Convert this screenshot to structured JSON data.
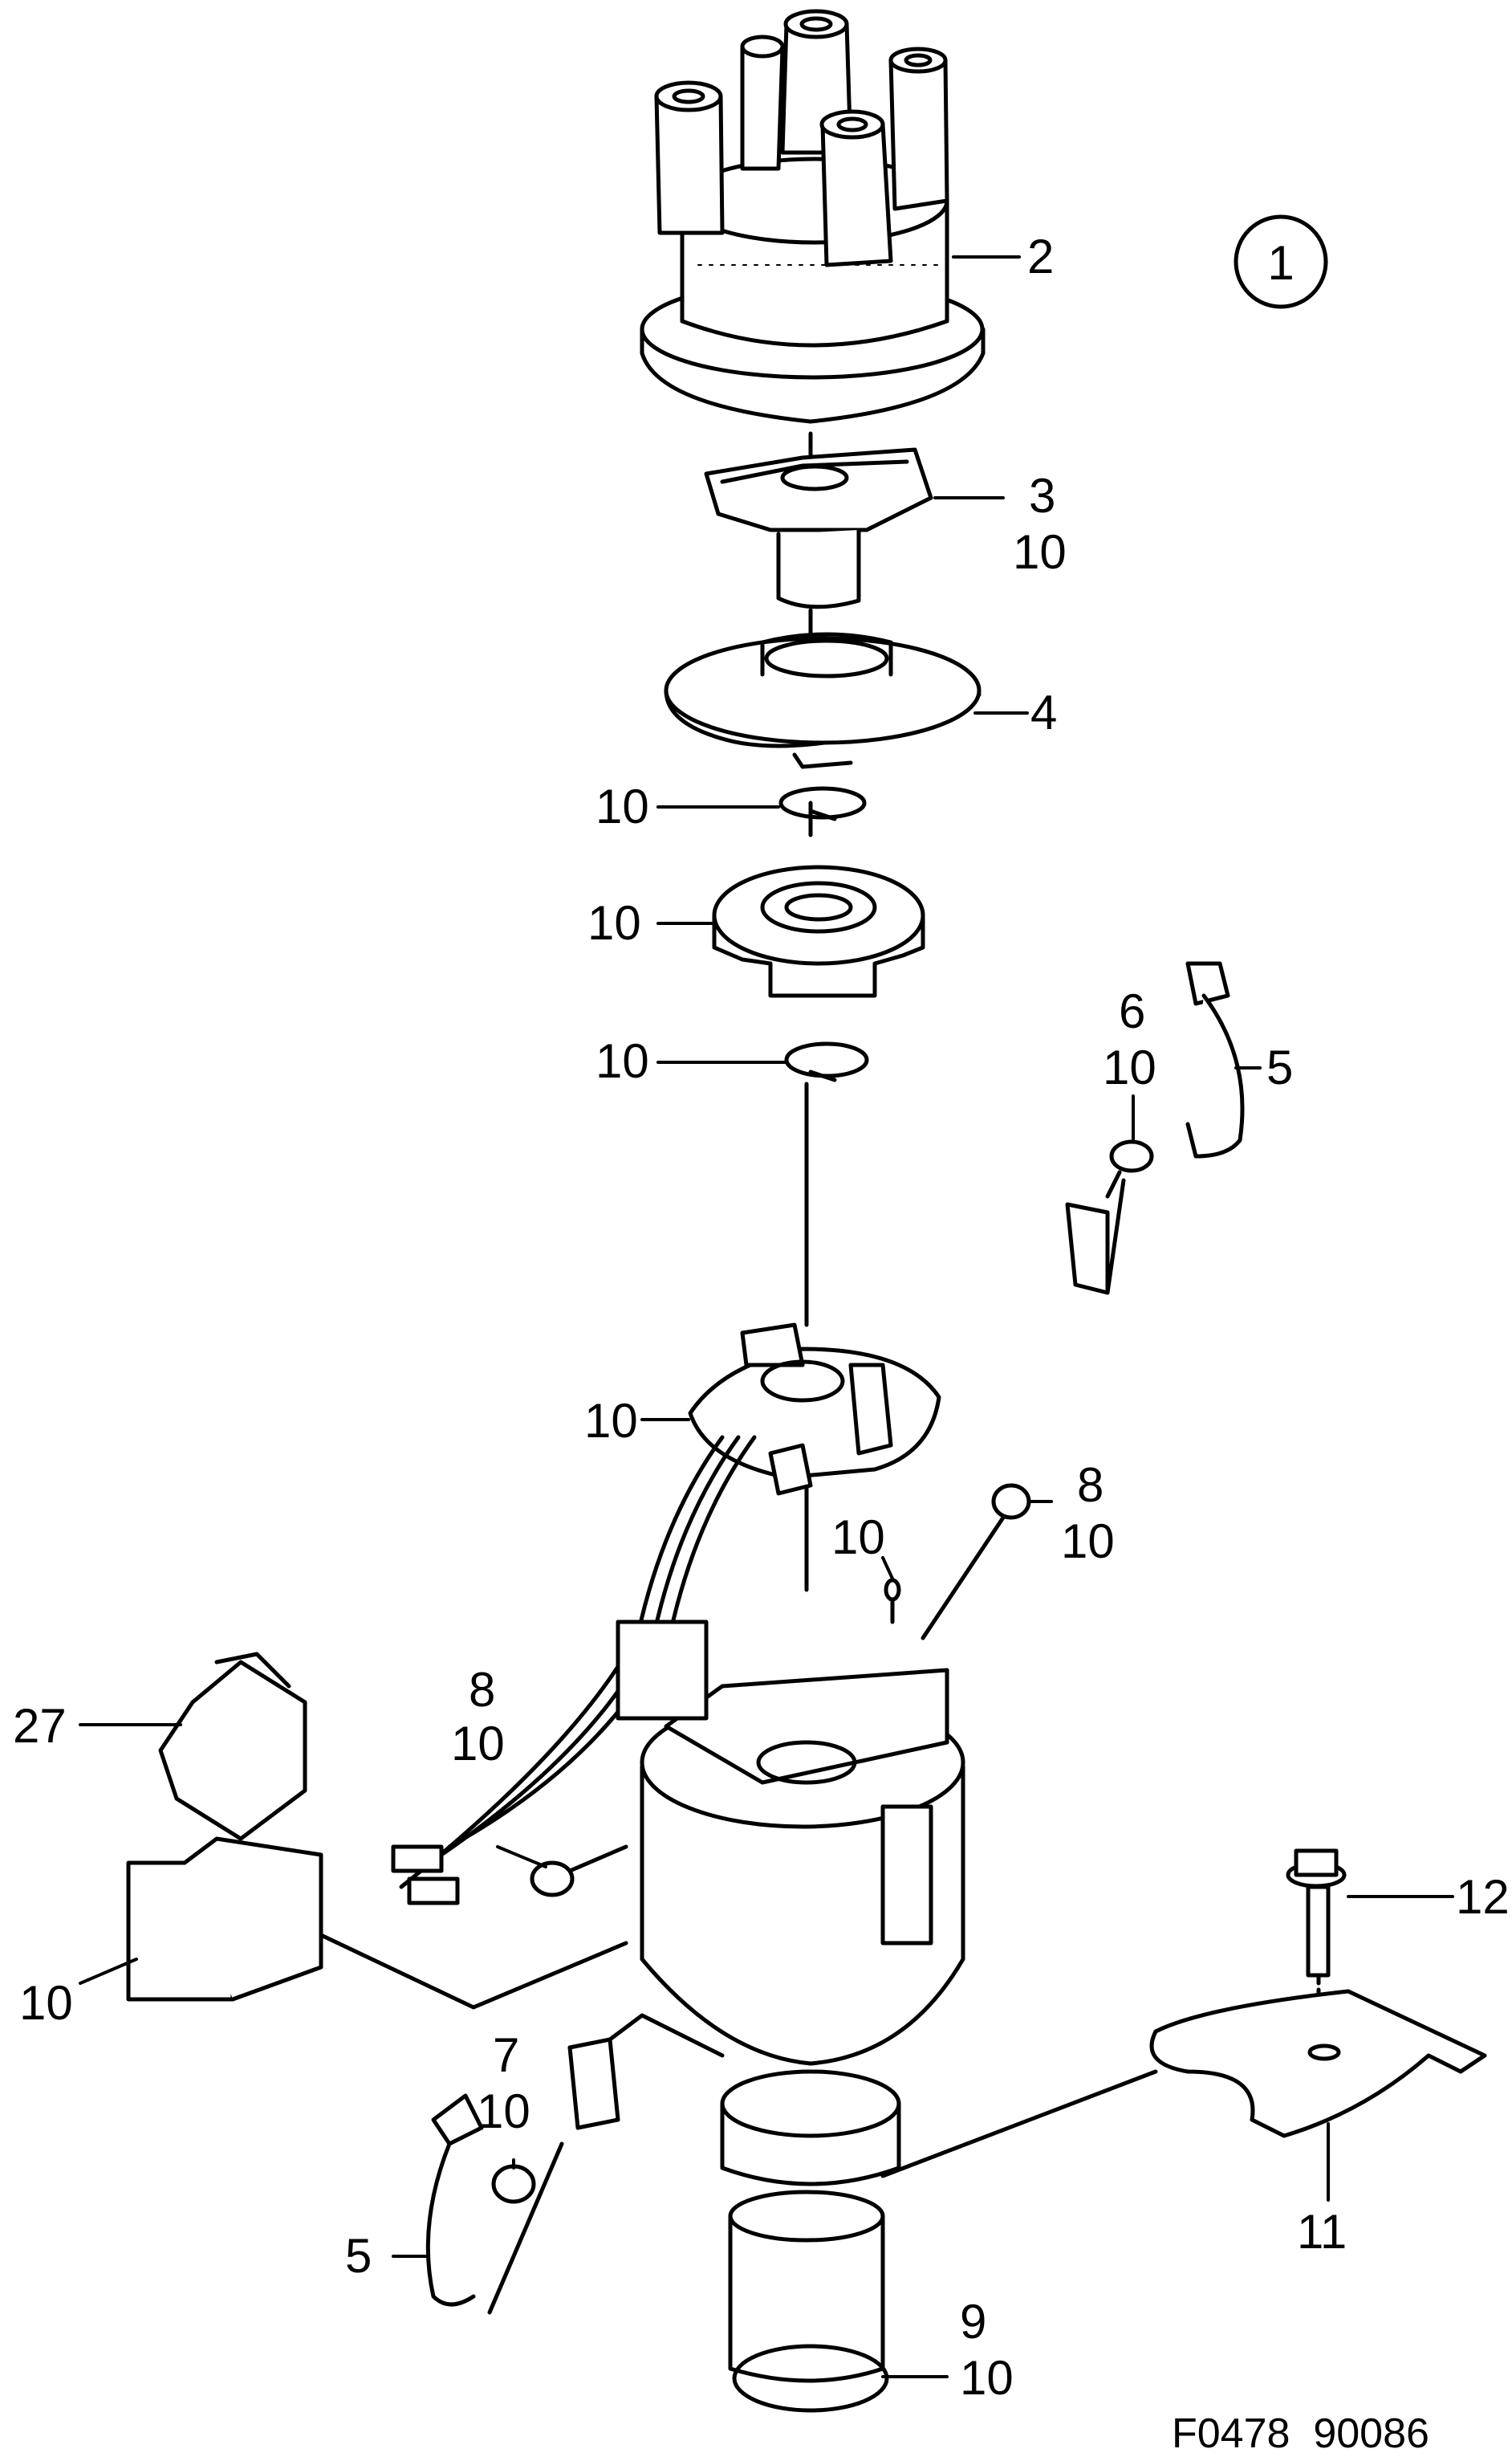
{
  "diagram": {
    "figure_number": "1",
    "reference_code": "F0478  90086",
    "labels": {
      "cap": "2",
      "rotor_num": "3",
      "rotor_sub": "10",
      "dust_shield": "4",
      "circlip_upper": "10",
      "bearing_plate": "10",
      "circlip_lower": "10",
      "clip_right_group": "6",
      "clip_right_group_sub": "10",
      "clip_right": "5",
      "breaker_plate": "10",
      "screw_right_num": "8",
      "screw_right_sub": "10",
      "pin_small": "10",
      "screw_left_num": "8",
      "screw_left_sub": "10",
      "connector_cover": "27",
      "connector": "10",
      "bolt": "12",
      "clamp_group": "7",
      "clamp_group_sub": "10",
      "clip_left": "5",
      "bracket": "11",
      "oring_num": "9",
      "oring_sub": "10"
    }
  }
}
